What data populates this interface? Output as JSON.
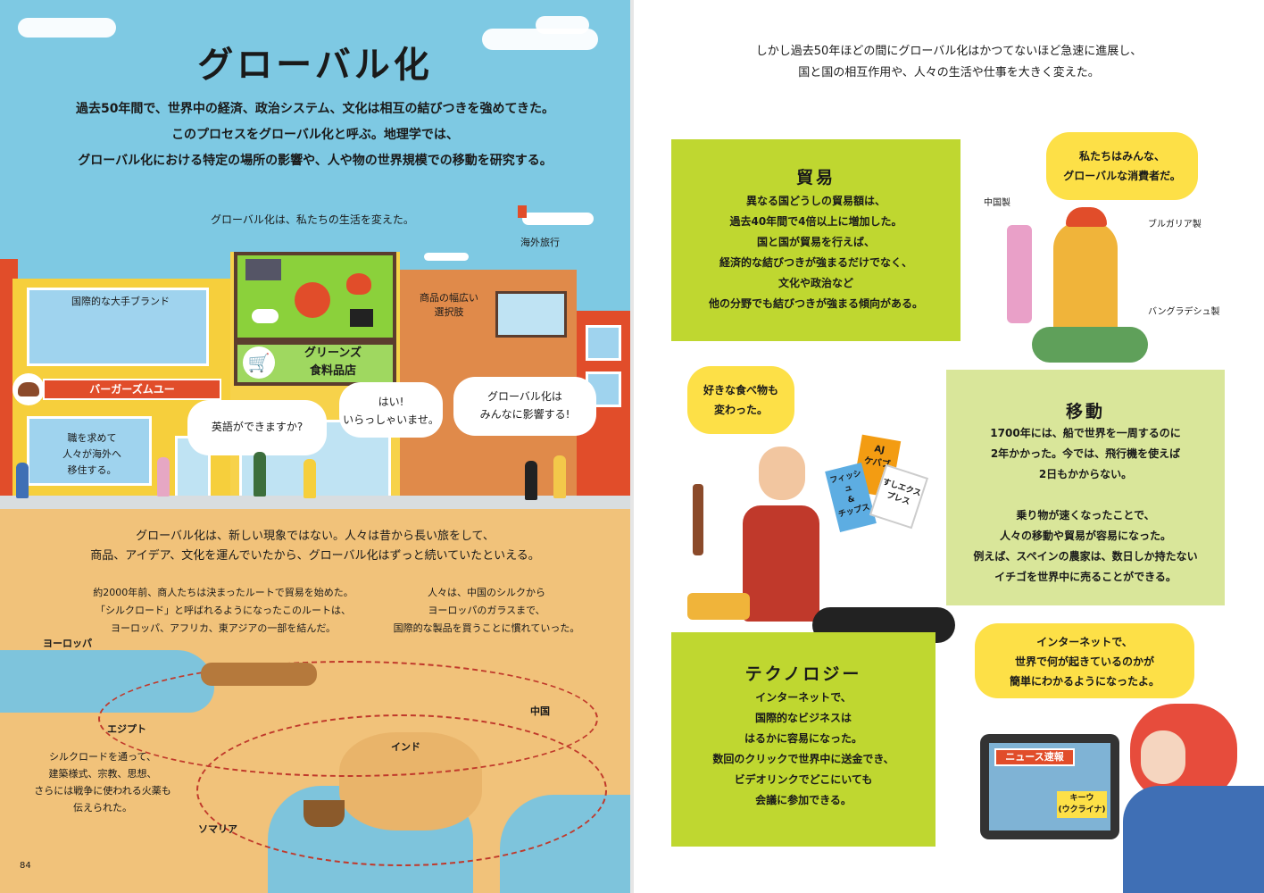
{
  "left": {
    "title": "グローバル化",
    "intro": [
      "過去50年間で、世界中の経済、政治システム、文化は相互の結びつきを強めてきた。",
      "このプロセスをグローバル化と呼ぶ。地理学では、",
      "グローバル化における特定の場所の影響や、人や物の世界規模での移動を研究する。"
    ],
    "changed": "グローバル化は、私たちの生活を変えた。",
    "travel": "海外旅行",
    "brand": "国際的な大手ブランド",
    "choice": [
      "商品の幅広い",
      "選択肢"
    ],
    "burger": "バーガーズムユー",
    "grocer": [
      "グリーンズ",
      "食料品店"
    ],
    "migrate": [
      "職を求めて",
      "人々が海外へ",
      "移住する。"
    ],
    "bubble_english": "英語ができますか?",
    "bubble_welcome": [
      "はい!",
      "いらっしゃいませ。"
    ],
    "bubble_everyone": [
      "グローバル化は",
      "みんなに影響する!"
    ],
    "history": [
      "グローバル化は、新しい現象ではない。人々は昔から長い旅をして、",
      "商品、アイデア、文化を運んでいたから、グローバル化はずっと続いていたといえる。"
    ],
    "silk1": [
      "約2000年前、商人たちは決まったルートで貿易を始めた。",
      "「シルクロード」と呼ばれるようになったこのルートは、",
      "ヨーロッパ、アフリカ、東アジアの一部を結んだ。"
    ],
    "silk2": [
      "人々は、中国のシルクから",
      "ヨーロッパのガラスまで、",
      "国際的な製品を買うことに慣れていった。"
    ],
    "europe": "ヨーロッパ",
    "egypt": "エジプト",
    "india": "インド",
    "china": "中国",
    "somalia": "ソマリア",
    "silk3": [
      "シルクロードを通って、",
      "建築様式、宗教、思想、",
      "さらには戦争に使われる火薬も",
      "伝えられた。"
    ],
    "page": "84"
  },
  "right": {
    "intro": [
      "しかし過去50年ほどの間にグローバル化はかつてないほど急速に進展し、",
      "国と国の相互作用や、人々の生活や仕事を大きく変えた。"
    ],
    "trade_title": "貿易",
    "trade_text": [
      "異なる国どうしの貿易額は、",
      "過去40年間で4倍以上に増加した。",
      "国と国が貿易を行えば、",
      "経済的な結びつきが強まるだけでなく、",
      "文化や政治など",
      "他の分野でも結びつきが強まる傾向がある。"
    ],
    "consumer_bubble": [
      "私たちはみんな、",
      "グローバルな消費者だ。"
    ],
    "made_china": "中国製",
    "made_bulgaria": "ブルガリア製",
    "made_bangladesh": "バングラデシュ製",
    "food_bubble": [
      "好きな食べ物も",
      "変わった。"
    ],
    "move_title": "移動",
    "move_text": [
      "1700年には、船で世界を一周するのに",
      "2年かかった。今では、飛行機を使えば",
      "2日もかからない。",
      "",
      "乗り物が速くなったことで、",
      "人々の移動や貿易が容易になった。",
      "例えば、スペインの農家は、数日しか持たない",
      "イチゴを世界中に売ることができる。"
    ],
    "tech_title": "テクノロジー",
    "tech_text": [
      "インターネットで、",
      "国際的なビジネスは",
      "はるかに容易になった。",
      "数回のクリックで世界中に送金でき、",
      "ビデオリンクでどこにいても",
      "会議に参加できる。"
    ],
    "internet_bubble": [
      "インターネットで、",
      "世界で何が起きているのかが",
      "簡単にわかるようになったよ。"
    ],
    "news": "ニュース速報",
    "news_place": [
      "キーウ",
      "(ウクライナ)"
    ],
    "menu1": [
      "AJ",
      "ケバブ"
    ],
    "menu2": [
      "フィッシュ",
      "&",
      "チップス"
    ],
    "menu3": [
      "すしエクスプレス"
    ]
  },
  "colors": {
    "sky": "#7ec9e3",
    "sand": "#f1c27a",
    "green": "#bfd730",
    "palegreen": "#d9e69a",
    "yellow": "#fde047",
    "route": "#c0392b"
  }
}
